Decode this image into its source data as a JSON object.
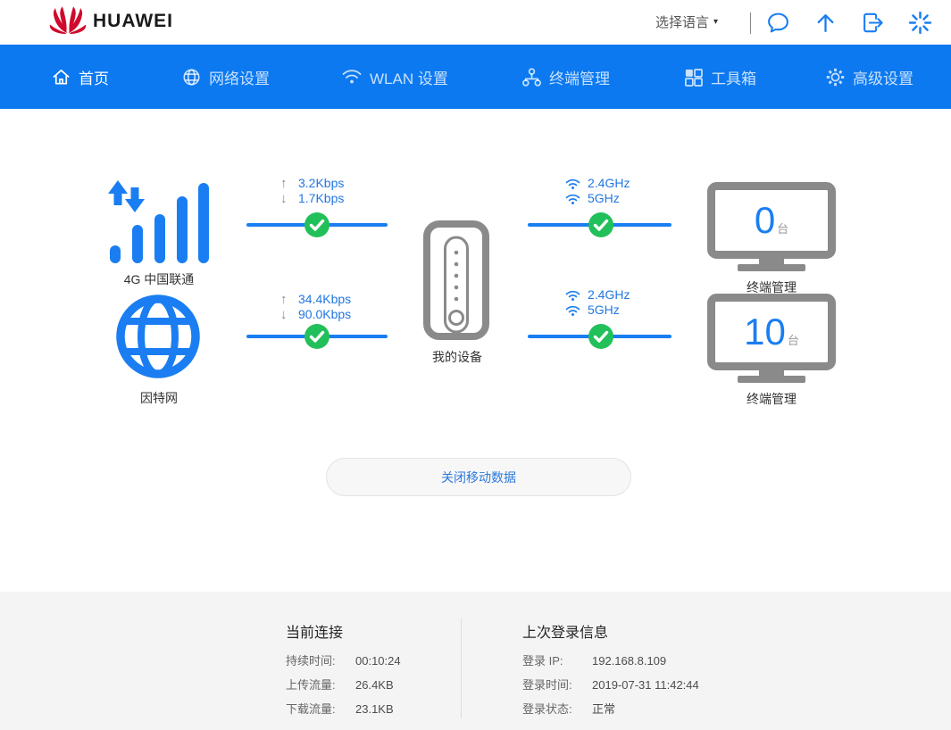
{
  "header": {
    "brand": "HUAWEI",
    "language": "选择语言",
    "language_caret": "▾",
    "icons": {
      "chat": "chat-bubble",
      "upload": "up-arrow",
      "logout": "exit-box-arrow",
      "loading": "spinner"
    }
  },
  "nav": {
    "items": [
      {
        "label": "首页",
        "icon": "home",
        "active": true
      },
      {
        "label": "网络设置",
        "icon": "globe",
        "active": false
      },
      {
        "label": "WLAN 设置",
        "icon": "wifi",
        "active": false
      },
      {
        "label": "终端管理",
        "icon": "devices-tree",
        "active": false
      },
      {
        "label": "工具箱",
        "icon": "toolbox-grid",
        "active": false
      },
      {
        "label": "高级设置",
        "icon": "gear",
        "active": false
      }
    ]
  },
  "diagram": {
    "carrier": {
      "label": "4G 中国联通",
      "icon": "signal-bars"
    },
    "internet": {
      "label": "因特网",
      "icon": "globe"
    },
    "device": {
      "label": "我的设备",
      "icon": "router"
    },
    "wan_links": [
      {
        "up": "3.2Kbps",
        "down": "1.7Kbps",
        "status": "connected"
      },
      {
        "up": "34.4Kbps",
        "down": "90.0Kbps",
        "status": "connected"
      }
    ],
    "wifi_links": [
      {
        "band1": "2.4GHz",
        "band2": "5GHz",
        "status": "connected"
      },
      {
        "band1": "2.4GHz",
        "band2": "5GHz",
        "status": "connected"
      }
    ],
    "clients": [
      {
        "count": "0",
        "unit": "台",
        "label": "终端管理"
      },
      {
        "count": "10",
        "unit": "台",
        "label": "终端管理"
      }
    ]
  },
  "actions": {
    "toggle_mobile_data": "关闭移动数据"
  },
  "footer": {
    "current_connection": {
      "title": "当前连接",
      "rows": [
        {
          "label": "持续时间:",
          "value": "00:10:24"
        },
        {
          "label": "上传流量:",
          "value": "26.4KB"
        },
        {
          "label": "下载流量:",
          "value": "23.1KB"
        }
      ]
    },
    "last_login": {
      "title": "上次登录信息",
      "rows": [
        {
          "label": "登录 IP:",
          "value": "192.168.8.109"
        },
        {
          "label": "登录时间:",
          "value": "2019-07-31 11:42:44"
        },
        {
          "label": "登录状态:",
          "value": "正常"
        }
      ]
    }
  },
  "colors": {
    "nav_blue": "#0c79f0",
    "accent_blue": "#1a7ef2",
    "link_blue": "#2277e0",
    "success_green": "#22c05a",
    "device_gray": "#8a8a8a"
  }
}
